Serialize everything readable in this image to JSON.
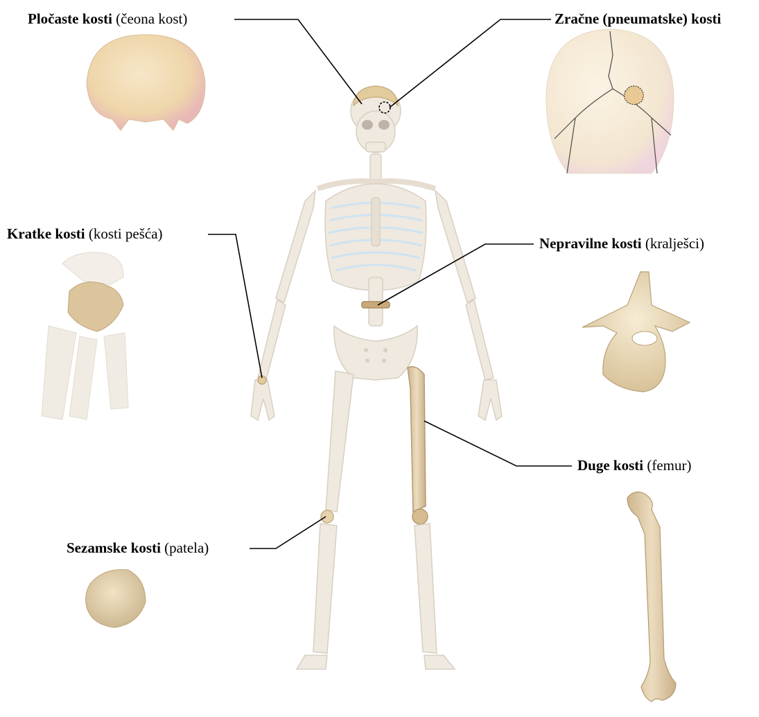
{
  "labels": {
    "flat": {
      "bold": "Pločaste kosti",
      "detail": "(čeona kost)"
    },
    "sutural": {
      "bold": "Zračne (pneumatske) kosti",
      "detail": ""
    },
    "short": {
      "bold": "Kratke kosti",
      "detail": "(kosti pešća)"
    },
    "irregular": {
      "bold": "Nepravilne kosti",
      "detail": "(kralješci)"
    },
    "long": {
      "bold": "Duge kosti",
      "detail": "(femur)"
    },
    "sesamoid": {
      "bold": "Sezamske kosti",
      "detail": "(patela)"
    }
  },
  "colors": {
    "skeleton": "#efe9df",
    "skeleton_edge": "#d8cfc2",
    "highlight": "#d9c39a",
    "highlight_dark": "#b89f74",
    "cartilage": "#cfe3f1",
    "line": "#000000"
  }
}
